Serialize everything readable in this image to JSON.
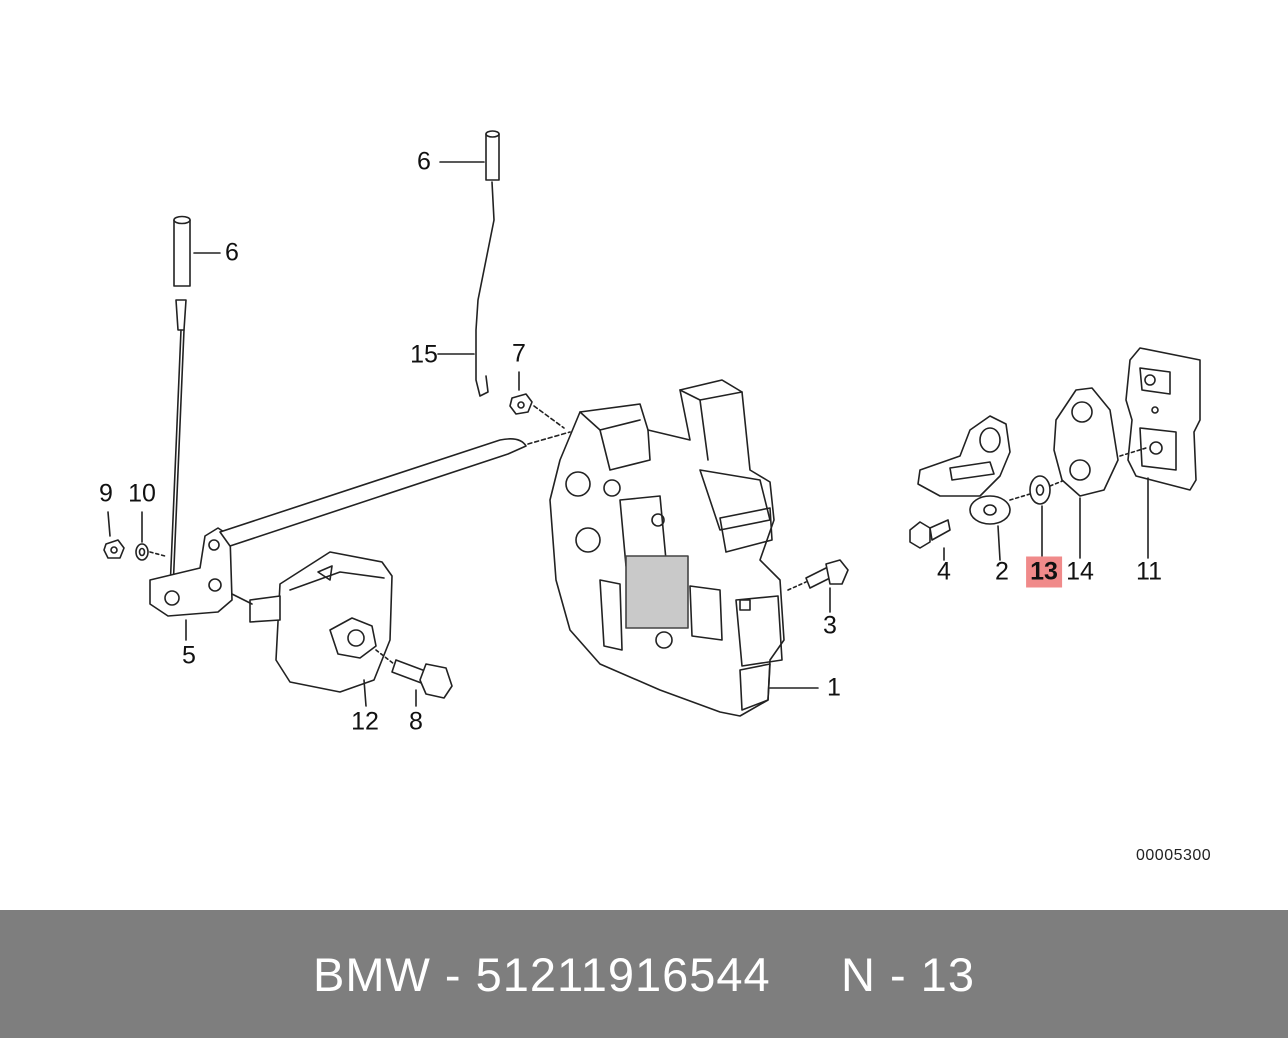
{
  "diagram": {
    "callouts": [
      {
        "id": "c6a",
        "label": "6"
      },
      {
        "id": "c6b",
        "label": "6"
      },
      {
        "id": "c15",
        "label": "15"
      },
      {
        "id": "c7",
        "label": "7"
      },
      {
        "id": "c9",
        "label": "9"
      },
      {
        "id": "c10",
        "label": "10"
      },
      {
        "id": "c5",
        "label": "5"
      },
      {
        "id": "c12",
        "label": "12"
      },
      {
        "id": "c8",
        "label": "8"
      },
      {
        "id": "c1",
        "label": "1"
      },
      {
        "id": "c3",
        "label": "3"
      },
      {
        "id": "c4",
        "label": "4"
      },
      {
        "id": "c2",
        "label": "2"
      },
      {
        "id": "c13",
        "label": "13",
        "highlighted": true
      },
      {
        "id": "c14",
        "label": "14"
      },
      {
        "id": "c11",
        "label": "11"
      }
    ],
    "diagram_id": "00005300",
    "highlight_color": "#f08a8a"
  },
  "footer": {
    "text": "BMW - 51211916544     N - 13",
    "background": "#7e7e7e"
  }
}
